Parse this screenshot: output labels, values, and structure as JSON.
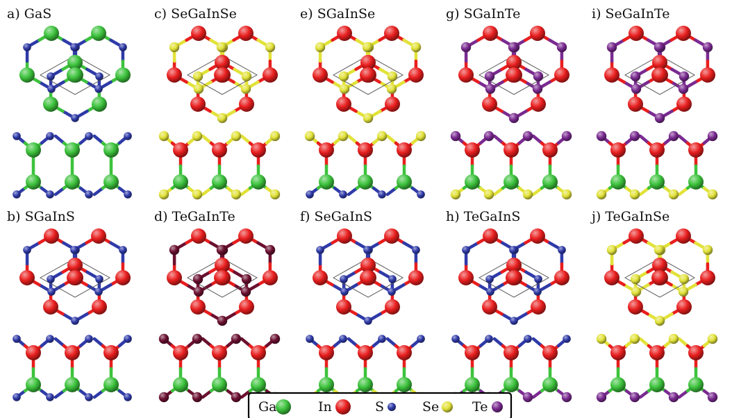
{
  "panels": [
    {
      "id": "a",
      "label": "a) GaS",
      "top": "S",
      "mid1": "Ga",
      "mid2": "Ga",
      "bot": "S",
      "hexBig": "Ga",
      "hexSmall": "S"
    },
    {
      "id": "c",
      "label": "c) SeGaInSe",
      "top": "Se",
      "mid1": "In",
      "mid2": "Ga",
      "bot": "Se",
      "hexBig": "In",
      "hexSmall": "Se"
    },
    {
      "id": "e",
      "label": "e) SGaInSe",
      "top": "Se",
      "mid1": "In",
      "mid2": "Ga",
      "bot": "S",
      "hexBig": "In",
      "hexSmall": "Se"
    },
    {
      "id": "g",
      "label": "g) SGaInTe",
      "top": "Te",
      "mid1": "In",
      "mid2": "Ga",
      "bot": "Se",
      "hexBig": "In",
      "hexSmall": "Te"
    },
    {
      "id": "i",
      "label": "i) SeGaInTe",
      "top": "Te",
      "mid1": "In",
      "mid2": "Ga",
      "bot": "Se",
      "hexBig": "In",
      "hexSmall": "Te"
    },
    {
      "id": "b",
      "label": "b) SGaInS",
      "top": "S",
      "mid1": "In",
      "mid2": "Ga",
      "bot": "S",
      "hexBig": "In",
      "hexSmall": "S"
    },
    {
      "id": "d",
      "label": "d) TeGaInTe",
      "top": "Te2",
      "mid1": "In",
      "mid2": "Ga",
      "bot": "Te2",
      "hexBig": "In",
      "hexSmall": "Te2"
    },
    {
      "id": "f",
      "label": "f) SeGaInS",
      "top": "S",
      "mid1": "In",
      "mid2": "Ga",
      "bot": "Se",
      "hexBig": "In",
      "hexSmall": "S"
    },
    {
      "id": "h",
      "label": "h) TeGaInS",
      "top": "S",
      "mid1": "In",
      "mid2": "Ga",
      "bot": "Te",
      "hexBig": "In",
      "hexSmall": "S"
    },
    {
      "id": "j",
      "label": "j) TeGaInSe",
      "top": "Se",
      "mid1": "In",
      "mid2": "Ga",
      "bot": "Te",
      "hexBig": "In",
      "hexSmall": "Se"
    }
  ],
  "legend": [
    {
      "label": "Ga",
      "element": "Ga"
    },
    {
      "label": "In",
      "element": "In"
    },
    {
      "label": "S",
      "element": "S"
    },
    {
      "label": "Se",
      "element": "Se"
    },
    {
      "label": "Te",
      "element": "Te"
    }
  ],
  "colors": {
    "Ga": "#3cc23c",
    "In": "#e81e1e",
    "S": "#2f3aa8",
    "Se": "#e2e23a",
    "Te": "#7a2a90",
    "Te2": "#6b1030",
    "cell": "#555555"
  },
  "bigAtoms": [
    "Ga",
    "In"
  ]
}
